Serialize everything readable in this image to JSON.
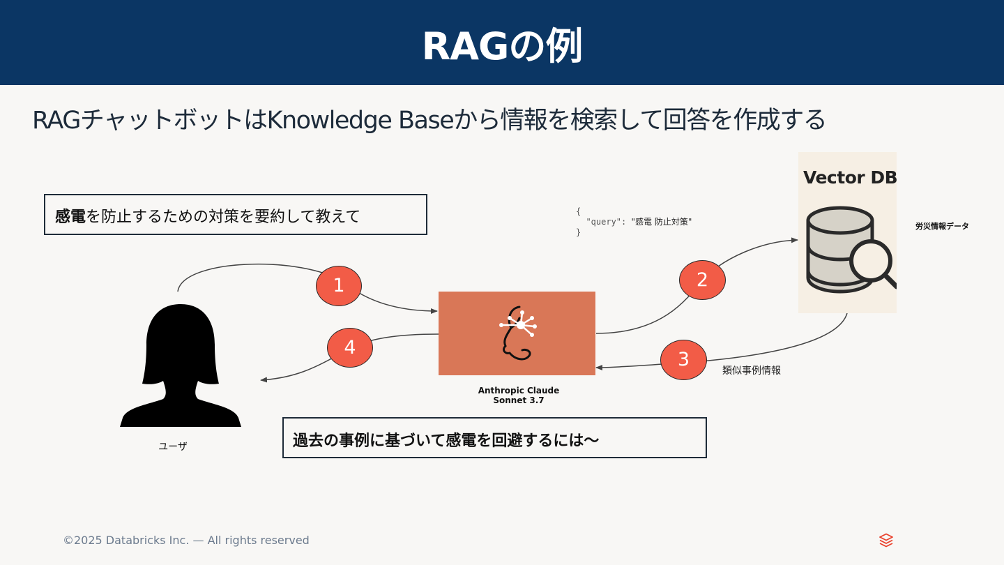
{
  "slide": {
    "title": "RAGの例",
    "subtitle": "RAGチャットボットはKnowledge Baseから情報を検索して回答を作成する"
  },
  "diagram": {
    "question_emphasis": "感電",
    "question_rest": "を防止するための対策を要約して教えて",
    "answer": "過去の事例に基づいて感電を回避するには〜",
    "user_label": "ユーザ",
    "llm_label_line1": "Anthropic Claude",
    "llm_label_line2": "Sonnet 3.7",
    "vector_db_title": "Vector DB",
    "vector_db_data_label": "労災情報データ",
    "query_json_open": "{",
    "query_json_key": "  \"query\": ",
    "query_json_value": "\"感電 防止対策\"",
    "query_json_close": "}",
    "retrieved_label": "類似事例情報",
    "steps": [
      "1",
      "2",
      "3",
      "4"
    ]
  },
  "footer": {
    "copyright": "©2025 Databricks Inc. — All rights reserved"
  },
  "colors": {
    "header_bg": "#0b3664",
    "claude_orange": "#d97757",
    "step_red": "#f25c47",
    "databricks_red": "#e9402b"
  },
  "icons": [
    "person-silhouette-icon",
    "claude-logo-icon",
    "database-search-icon",
    "databricks-logo-icon"
  ]
}
